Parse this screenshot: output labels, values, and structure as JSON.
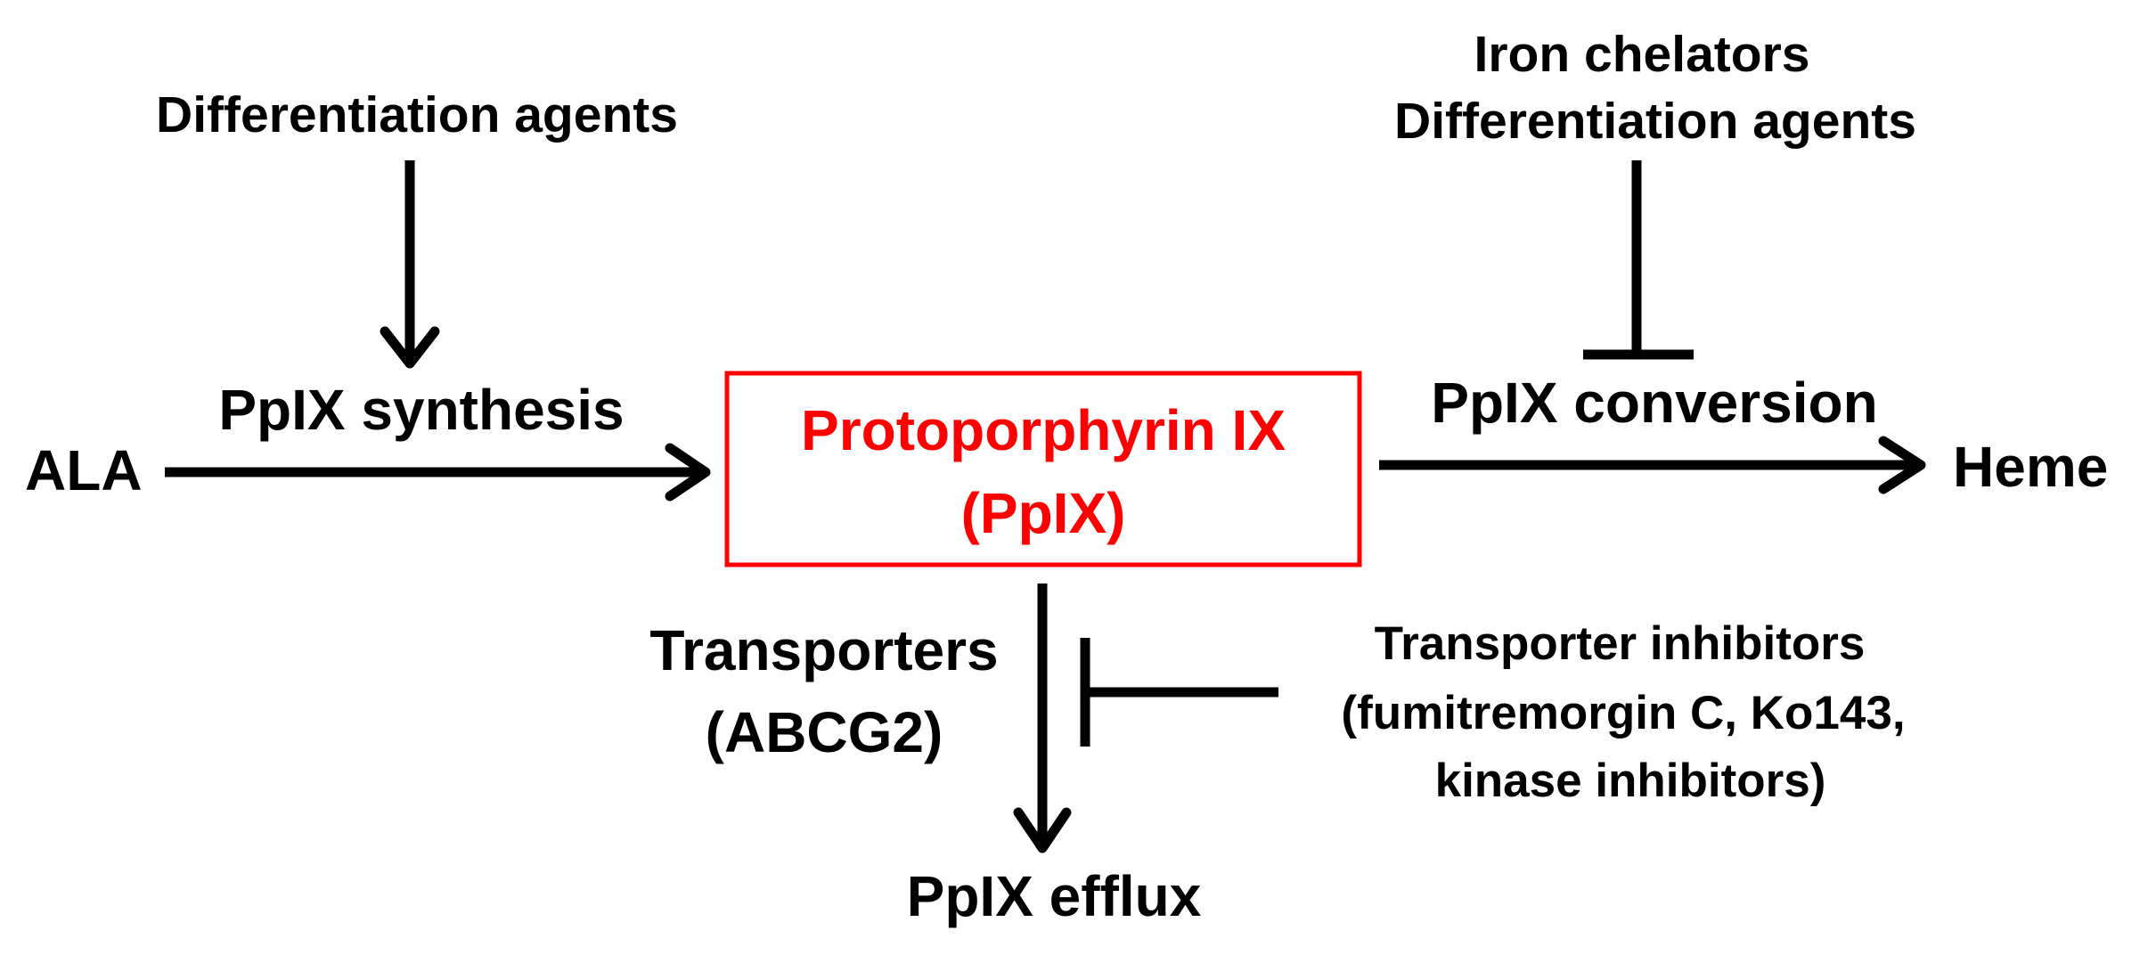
{
  "colors": {
    "text": "#000000",
    "highlight": "#ff0000",
    "background": "#ffffff"
  },
  "nodes": {
    "ala": "ALA",
    "center_line1": "Protoporphyrin IX",
    "center_line2": "(PpIX)",
    "heme": "Heme",
    "efflux": "PpIX efflux"
  },
  "edges": {
    "synthesis": "PpIX synthesis",
    "conversion": "PpIX conversion",
    "transporters_line1": "Transporters",
    "transporters_line2": "(ABCG2)"
  },
  "modulators": {
    "synthesis_promoter": "Differentiation agents",
    "conversion_inhibitor_line1": "Iron chelators",
    "conversion_inhibitor_line2": "Differentiation agents",
    "transport_inhibitor_line1": "Transporter inhibitors",
    "transport_inhibitor_line2": "(fumitremorgin  C, Ko143,",
    "transport_inhibitor_line3": "kinase inhibitors)"
  }
}
